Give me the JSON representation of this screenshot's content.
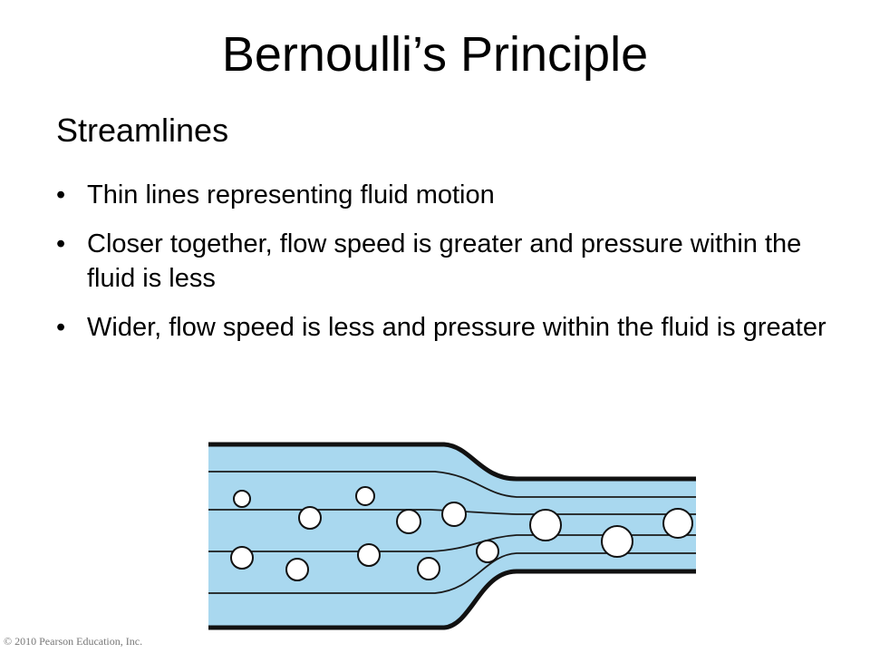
{
  "slide": {
    "title": "Bernoulli’s Principle",
    "heading": "Streamlines",
    "bullet_symbol": "•",
    "bullets": [
      "Thin lines representing fluid motion",
      "Closer together, flow speed is greater and pressure within the fluid is less",
      "Wider, flow speed is less and pressure within the fluid is greater"
    ],
    "copyright": "© 2010 Pearson Education, Inc."
  },
  "diagram": {
    "fluid_color": "#a9d8ef",
    "wall_color": "#111111",
    "streamline_color": "#1a1a1a",
    "bubble_fill": "#ffffff"
  }
}
